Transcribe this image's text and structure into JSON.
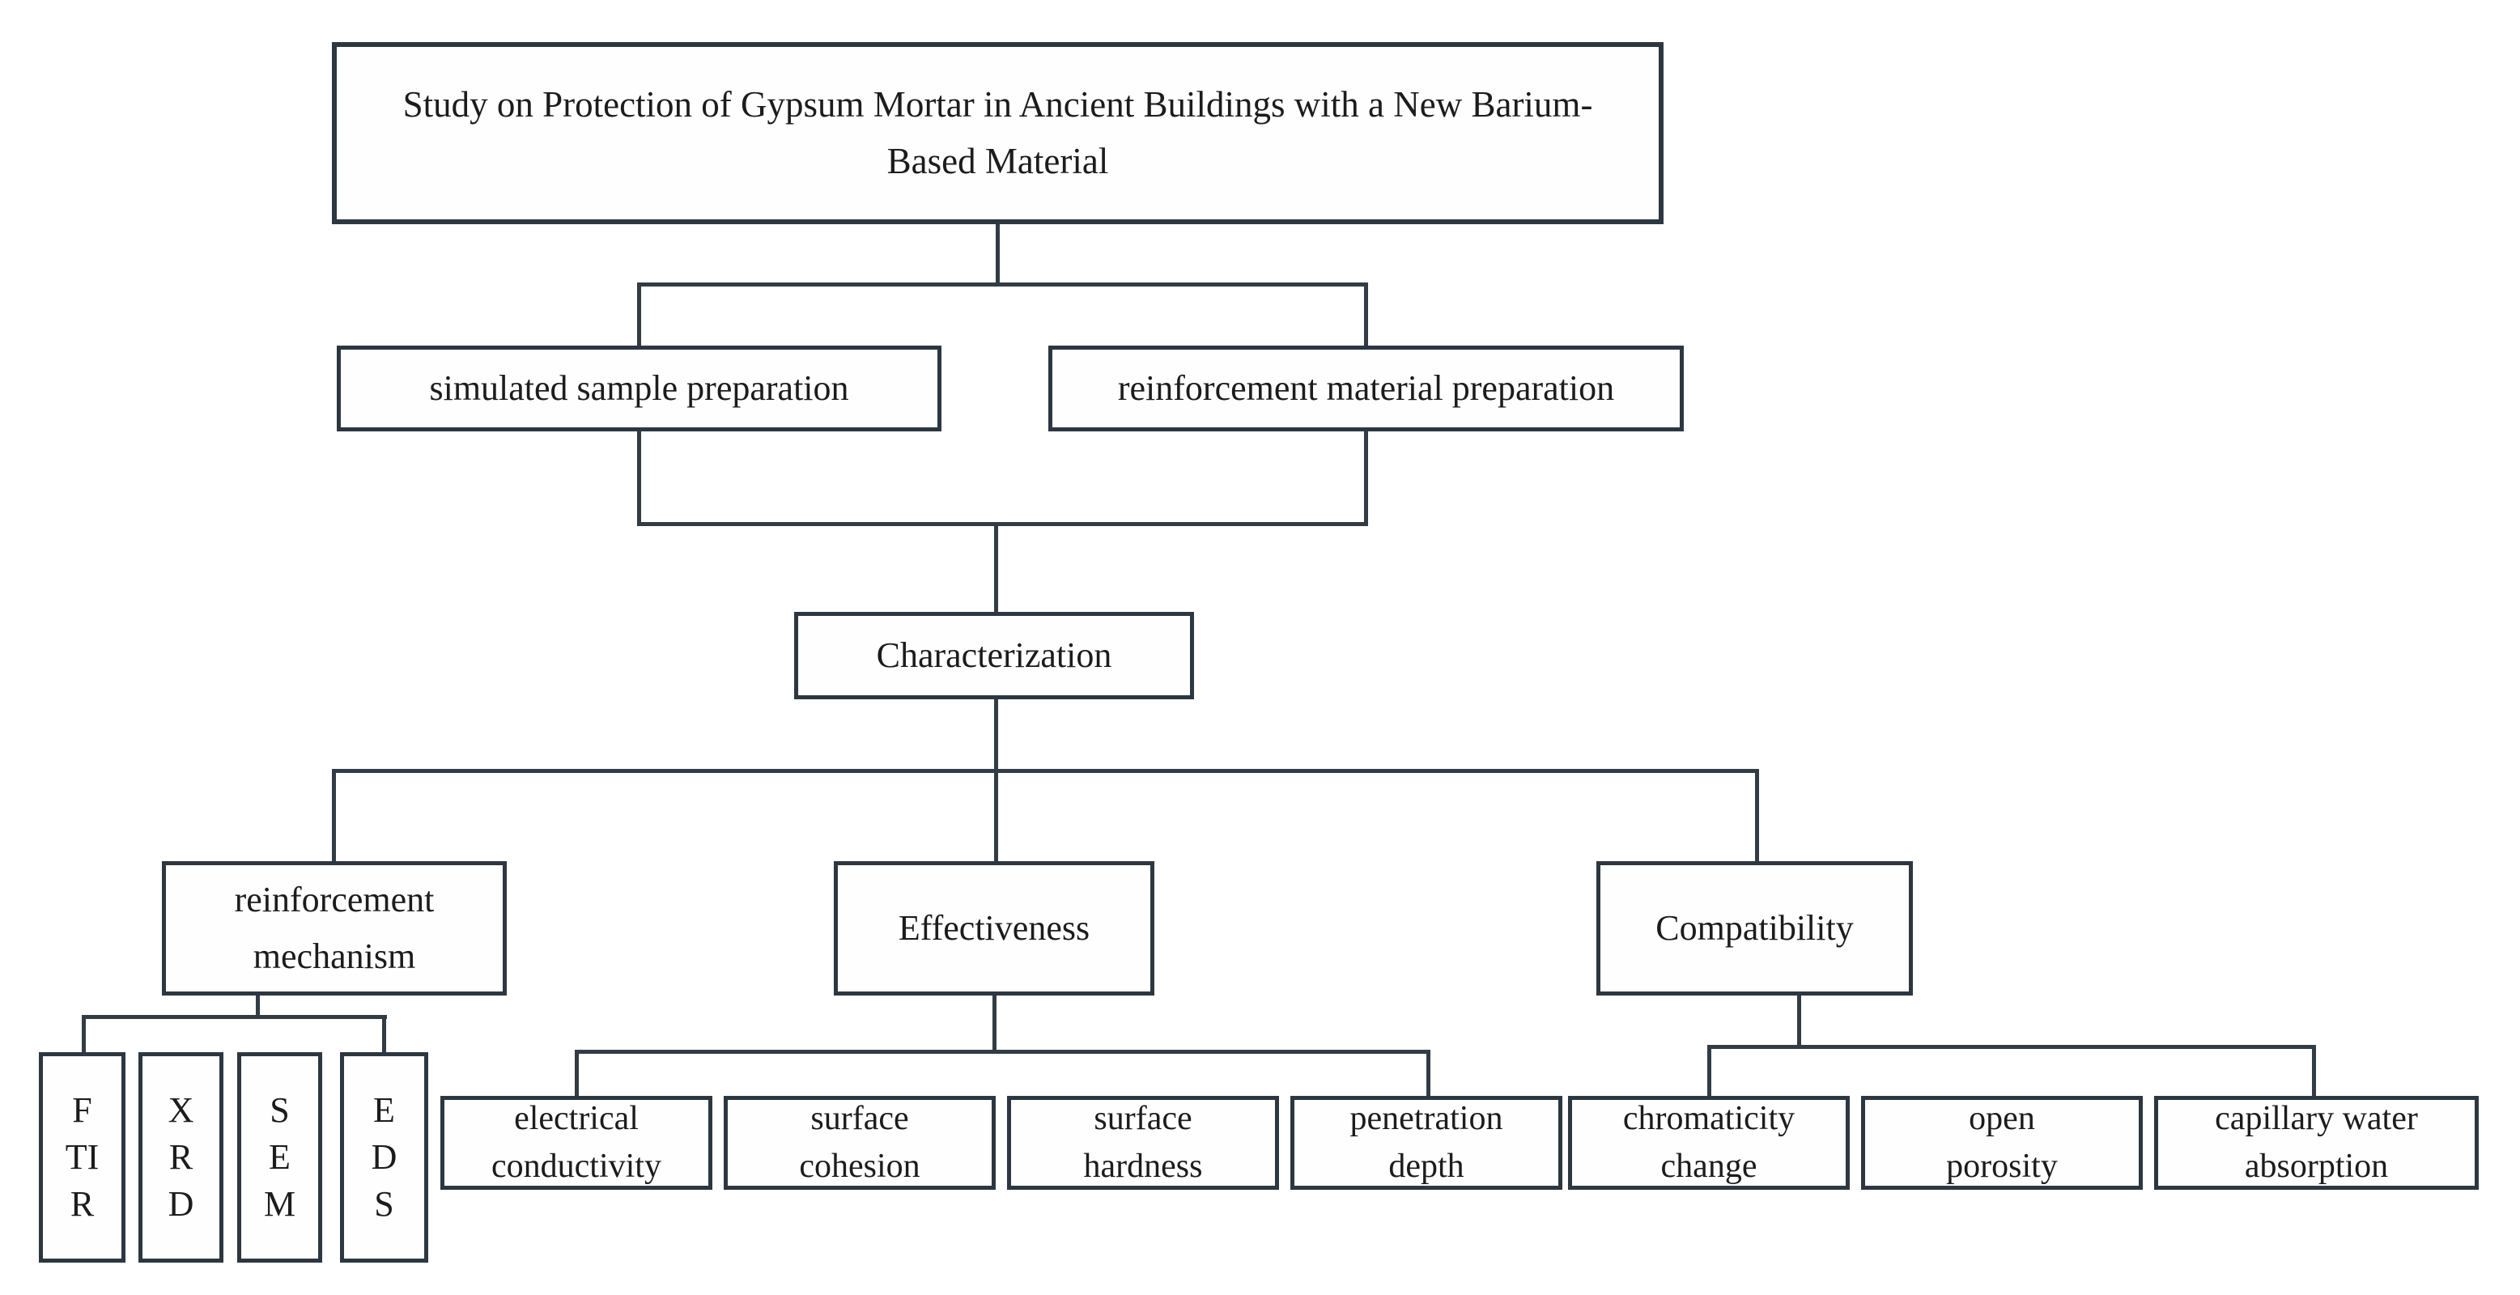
{
  "flowchart": {
    "title": "Study on Protection of Gypsum Mortar in Ancient Buildings with a New Barium-Based Material",
    "preparation": {
      "simulated": "simulated sample preparation",
      "material": "reinforcement material preparation"
    },
    "characterization": "Characterization",
    "branches": {
      "mechanism": {
        "label": "reinforcement mechanism",
        "children": {
          "ftir": "FTIR",
          "xrd": "XRD",
          "sem": "SEM",
          "eds": "EDS"
        }
      },
      "effectiveness": {
        "label": "Effectiveness",
        "children": {
          "electrical": "electrical conductivity",
          "cohesion": "surface cohesion",
          "hardness": "surface hardness",
          "penetration": "penetration depth"
        }
      },
      "compatibility": {
        "label": "Compatibility",
        "children": {
          "chromaticity": "chromaticity change",
          "porosity": "open porosity",
          "capillary": "capillary water absorption"
        }
      }
    },
    "colors": {
      "background": "#ffffff",
      "box_border": "#2d3741",
      "connector_line": "#333c44",
      "text": "#1c1c1c"
    }
  }
}
